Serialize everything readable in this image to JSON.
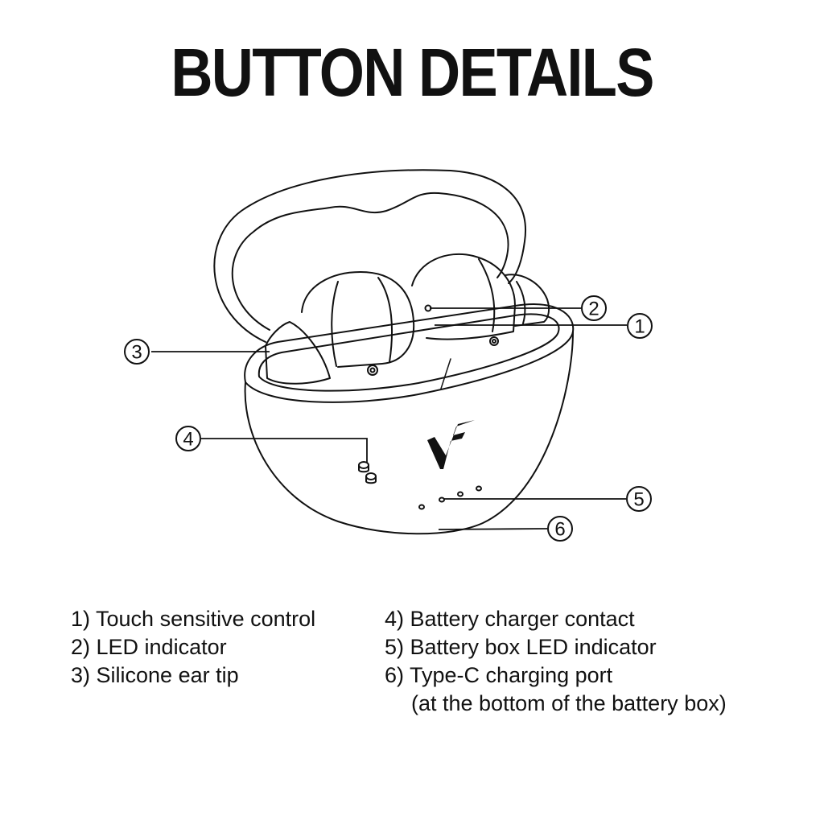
{
  "title": "BUTTON DETAILS",
  "callouts": [
    "1",
    "2",
    "3",
    "4",
    "5",
    "6"
  ],
  "logo": "VF",
  "legend": {
    "left": [
      "1) Touch sensitive control",
      "2) LED indicator",
      "3) Silicone ear tip"
    ],
    "right": [
      "4) Battery charger contact",
      "5) Battery box LED indicator",
      "6) Type-C charging port"
    ],
    "right_note": "(at the bottom of the battery box)"
  },
  "colors": {
    "line": "#111111",
    "background": "#ffffff"
  }
}
